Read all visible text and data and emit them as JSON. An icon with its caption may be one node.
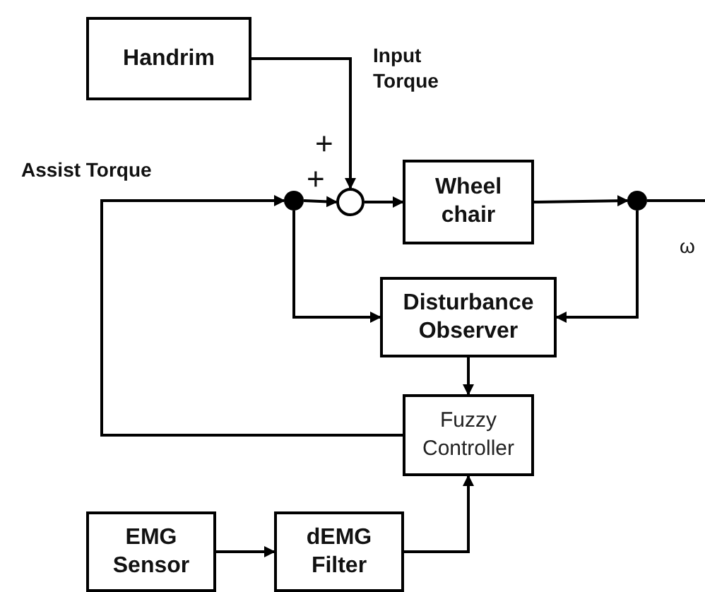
{
  "diagram": {
    "nodes": [
      {
        "text": [
          "Handrim"
        ]
      },
      {
        "text": [],
        "shape": "circle"
      },
      {
        "text": [],
        "shape": "circle"
      },
      {
        "text": [
          "Wheel chair"
        ]
      },
      {
        "text": [],
        "shape": "circle"
      },
      {
        "text": [
          "Disturbance Observer"
        ]
      },
      {
        "text": [
          "Fuzzy Controller"
        ]
      },
      {
        "text": [
          "EMG Sensor"
        ]
      },
      {
        "text": [
          "dEMG Filter"
        ]
      }
    ],
    "edges": [
      {
        "from": 0,
        "to": 2,
        "arrow": "to"
      },
      {
        "from": 6,
        "to": 1,
        "arrow": "to"
      },
      {
        "from": 1,
        "to": 2,
        "arrow": "to"
      },
      {
        "from": 2,
        "to": 3,
        "arrow": "to"
      },
      {
        "from": 3,
        "to": 4,
        "arrow": "to"
      },
      {
        "from": 4,
        "to": null,
        "arrow": "none"
      },
      {
        "from": 1,
        "to": 5,
        "arrow": "to"
      },
      {
        "from": 4,
        "to": 5,
        "arrow": "to"
      },
      {
        "from": 5,
        "to": 6,
        "arrow": "to"
      },
      {
        "from": 7,
        "to": 8,
        "arrow": "to"
      },
      {
        "from": 8,
        "to": 6,
        "arrow": "to"
      }
    ],
    "labels": [
      "Input Torque",
      "Assist Torque",
      "+",
      "+",
      "ω"
    ]
  }
}
